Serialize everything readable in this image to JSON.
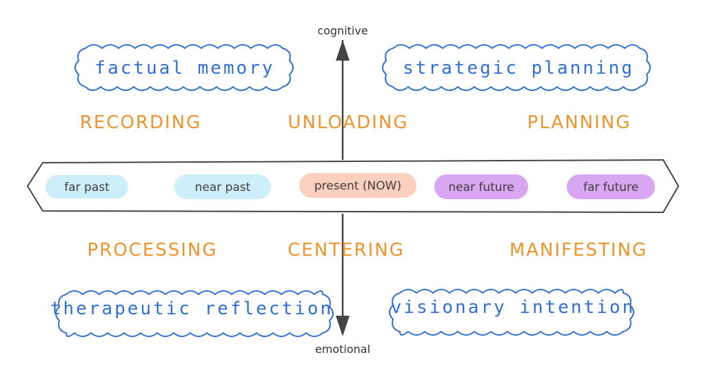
{
  "axis": {
    "top_label": "cognitive",
    "bottom_label": "emotional"
  },
  "modes": {
    "recording": "RECORDING",
    "unloading": "UNLOADING",
    "planning": "PLANNING",
    "processing": "PROCESSING",
    "centering": "CENTERING",
    "manifesting": "MANIFESTING"
  },
  "clouds": {
    "factual_memory": "factual memory",
    "strategic_planning": "strategic planning",
    "therapeutic_reflection": "therapeutic reflection",
    "visionary_intention": "visionary intention"
  },
  "timeline": {
    "far_past": "far past",
    "near_past": "near past",
    "present": "present (NOW)",
    "near_future": "near future",
    "far_future": "far future"
  },
  "colors": {
    "mode_orange": "#f0932b",
    "cloud_blue": "#2f6fd6",
    "past_pill": "#cdeefb",
    "present_pill": "#fbd0bf",
    "future_pill": "#d9a6f2",
    "line": "#444444"
  }
}
